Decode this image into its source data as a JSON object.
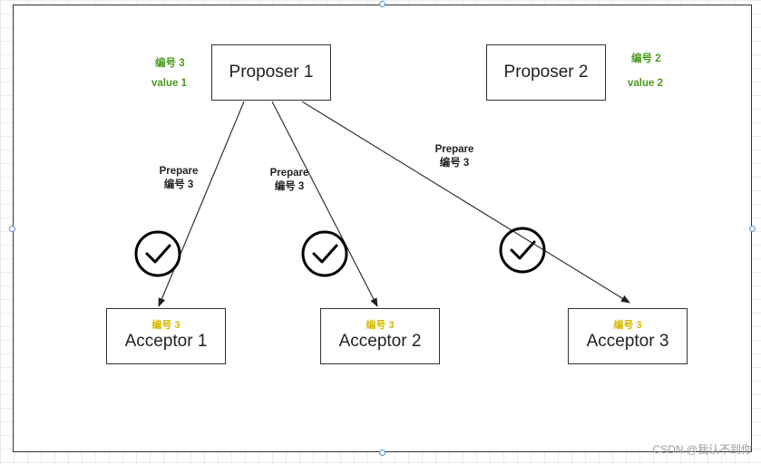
{
  "proposers": [
    {
      "title": "Proposer 1",
      "number_label": "编号 3",
      "value_label": "value 1"
    },
    {
      "title": "Proposer 2",
      "number_label": "编号 2",
      "value_label": "value 2"
    }
  ],
  "acceptors": [
    {
      "title": "Acceptor 1",
      "tag": "编号 3"
    },
    {
      "title": "Acceptor 2",
      "tag": "编号 3"
    },
    {
      "title": "Acceptor 3",
      "tag": "编号 3"
    }
  ],
  "messages": [
    {
      "line1": "Prepare",
      "line2": "编号 3"
    },
    {
      "line1": "Prepare",
      "line2": "编号 3"
    },
    {
      "line1": "Prepare",
      "line2": "编号 3"
    }
  ],
  "watermark": "CSDN @我认不到你",
  "colors": {
    "annotation_green": "#4a9a1e",
    "acceptor_tag_yellow": "#d4b800",
    "selection_handle": "#5b8fd6"
  }
}
